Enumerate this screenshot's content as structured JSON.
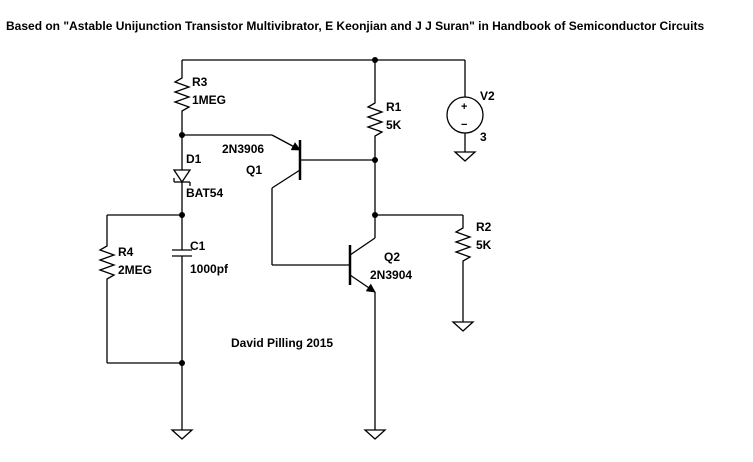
{
  "title": "Based on \"Astable Unijunction Transistor Multivibrator, E Keonjian and J J Suran\" in Handbook of Semiconductor Circuits",
  "credit": "David Pilling 2015",
  "components": {
    "r3": {
      "ref": "R3",
      "value": "1MEG"
    },
    "r1": {
      "ref": "R1",
      "value": "5K"
    },
    "r2": {
      "ref": "R2",
      "value": "5K"
    },
    "r4": {
      "ref": "R4",
      "value": "2MEG"
    },
    "d1": {
      "ref": "D1",
      "value": "BAT54"
    },
    "c1": {
      "ref": "C1",
      "value": "1000pf"
    },
    "q1": {
      "ref": "Q1",
      "value": "2N3906"
    },
    "q2": {
      "ref": "Q2",
      "value": "2N3904"
    },
    "v2": {
      "ref": "V2",
      "value": "3",
      "plus": "+",
      "minus": "−"
    }
  }
}
